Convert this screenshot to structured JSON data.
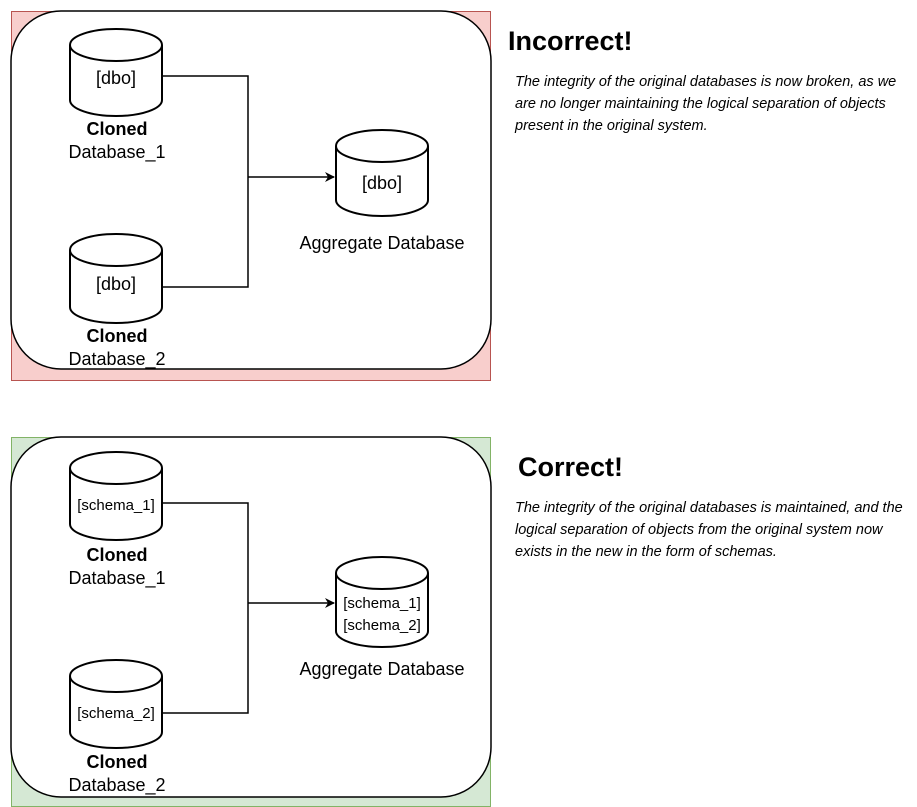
{
  "colors": {
    "incorrect_fill": "#f8cecc",
    "incorrect_stroke": "#b85450",
    "correct_fill": "#d5e8d4",
    "correct_stroke": "#82b366"
  },
  "incorrect": {
    "title": "Incorrect!",
    "description": "The integrity of the original databases is now broken, as we are no longer maintaining the logical separation of objects present in the original system.",
    "db1": {
      "schema": "[dbo]",
      "label_bold": "Cloned",
      "label": "Database_1"
    },
    "db2": {
      "schema": "[dbo]",
      "label_bold": "Cloned",
      "label": "Database_2"
    },
    "aggregate": {
      "schema": "[dbo]",
      "label": "Aggregate Database"
    }
  },
  "correct": {
    "title": "Correct!",
    "description": "The integrity of the original databases is maintained, and the logical separation of objects from the original system now exists in the new in the form of schemas.",
    "db1": {
      "schema": "[schema_1]",
      "label_bold": "Cloned",
      "label": "Database_1"
    },
    "db2": {
      "schema": "[schema_2]",
      "label_bold": "Cloned",
      "label": "Database_2"
    },
    "aggregate": {
      "schema_1": "[schema_1]",
      "schema_2": "[schema_2]",
      "label": "Aggregate Database"
    }
  }
}
